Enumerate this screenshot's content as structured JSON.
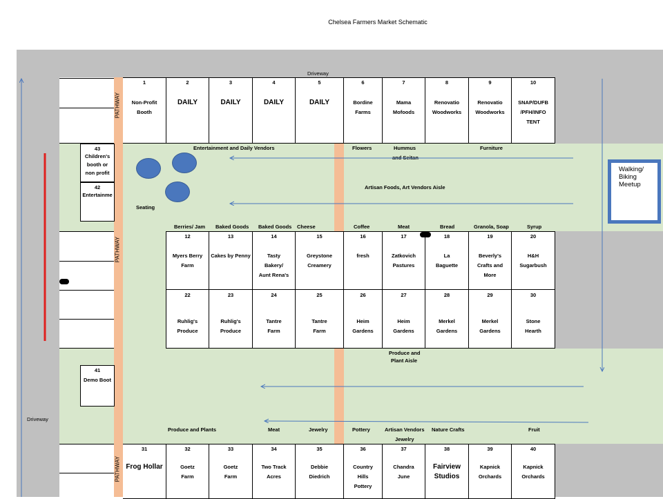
{
  "title": "Chelsea Farmers Market Schematic",
  "driveway_top": "Driveway",
  "driveway_left": "Driveway",
  "pathway_label": "PATHWAY",
  "walking_meetup": [
    "Walking/",
    "Biking",
    "Meetup"
  ],
  "seating_label": "Seating",
  "side_booths": [
    {
      "num": "43",
      "lines": [
        "Children's",
        "booth or",
        "non profit"
      ]
    },
    {
      "num": "42",
      "lines": [
        "Entertainme"
      ]
    },
    {
      "num": "41",
      "lines": [
        "Demo Boot"
      ]
    }
  ],
  "row1_booths": [
    {
      "num": "1",
      "lines": [
        "Non-Profit",
        "Booth"
      ],
      "big": false
    },
    {
      "num": "2",
      "lines": [
        "DAILY"
      ],
      "big": true
    },
    {
      "num": "3",
      "lines": [
        "DAILY"
      ],
      "big": true
    },
    {
      "num": "4",
      "lines": [
        "DAILY"
      ],
      "big": true
    },
    {
      "num": "5",
      "lines": [
        "DAILY"
      ],
      "big": true
    },
    {
      "num": "6",
      "lines": [
        "Bordine",
        "Farms"
      ],
      "big": false
    },
    {
      "num": "7",
      "lines": [
        "Mama",
        "Mofoods"
      ],
      "big": false
    },
    {
      "num": "8",
      "lines": [
        "Renovatio",
        "Woodworks"
      ],
      "big": false
    },
    {
      "num": "9",
      "lines": [
        "Renovatio",
        "Woodworks"
      ],
      "big": false
    },
    {
      "num": "10",
      "lines": [
        "SNAP/DUFB",
        "/PFH/INFO TENT"
      ],
      "big": false
    }
  ],
  "row2_booths": [
    {
      "num": "12",
      "lines": [
        "Myers Berry",
        "Farm"
      ],
      "big": false
    },
    {
      "num": "13",
      "lines": [
        "Cakes by Penny"
      ],
      "big": false
    },
    {
      "num": "14",
      "lines": [
        "Tasty",
        "Bakery/",
        "Aunt Rena's"
      ],
      "big": false
    },
    {
      "num": "15",
      "lines": [
        "Greystone",
        "Creamery"
      ],
      "big": false
    },
    {
      "num": "16",
      "lines": [
        "fresh"
      ],
      "big": false
    },
    {
      "num": "17",
      "lines": [
        "Zatkovich",
        "Pastures"
      ],
      "big": false
    },
    {
      "num": "18",
      "lines": [
        "La",
        "Baguette"
      ],
      "big": false
    },
    {
      "num": "19",
      "lines": [
        "Beverly's",
        "Crafts and",
        "More"
      ],
      "big": false
    },
    {
      "num": "20",
      "lines": [
        "H&H",
        "Sugarbush"
      ],
      "big": false
    }
  ],
  "row3_booths": [
    {
      "num": "22",
      "lines": [
        "Ruhlig's",
        "Produce"
      ],
      "big": false
    },
    {
      "num": "23",
      "lines": [
        "Ruhlig's",
        "Produce"
      ],
      "big": false
    },
    {
      "num": "24",
      "lines": [
        "Tantre",
        "Farm"
      ],
      "big": false
    },
    {
      "num": "25",
      "lines": [
        "Tantre",
        "Farm"
      ],
      "big": false
    },
    {
      "num": "26",
      "lines": [
        "Heim",
        "Gardens"
      ],
      "big": false
    },
    {
      "num": "27",
      "lines": [
        "Heim",
        "Gardens"
      ],
      "big": false
    },
    {
      "num": "28",
      "lines": [
        "Merkel",
        "Gardens"
      ],
      "big": false
    },
    {
      "num": "29",
      "lines": [
        "Merkel",
        "Gardens"
      ],
      "big": false
    },
    {
      "num": "30",
      "lines": [
        "Stone",
        "Hearth"
      ],
      "big": false
    }
  ],
  "row4_booths": [
    {
      "num": "31",
      "lines": [
        "Frog Hollar"
      ],
      "big": true
    },
    {
      "num": "32",
      "lines": [
        "Goetz",
        "Farm"
      ],
      "big": false
    },
    {
      "num": "33",
      "lines": [
        "Goetz",
        "Farm"
      ],
      "big": false
    },
    {
      "num": "34",
      "lines": [
        "Two Track",
        "Acres"
      ],
      "big": false
    },
    {
      "num": "35",
      "lines": [
        "Debbie",
        "Diedrich"
      ],
      "big": false
    },
    {
      "num": "36",
      "lines": [
        "Country",
        "Hills",
        "Pottery"
      ],
      "big": false
    },
    {
      "num": "37",
      "lines": [
        "Chandra",
        "June"
      ],
      "big": false
    },
    {
      "num": "38",
      "lines": [
        "Fairview",
        "Studios"
      ],
      "big": true
    },
    {
      "num": "39",
      "lines": [
        "Kapnick",
        "Orchards"
      ],
      "big": false
    },
    {
      "num": "40",
      "lines": [
        "Kapnick",
        "Orchards"
      ],
      "big": false
    }
  ],
  "aisle_labels": {
    "entertainment": "Entertainment and Daily Vendors",
    "flowers": "Flowers",
    "hummus": [
      "Hummus",
      "and Seitan"
    ],
    "furniture": "Furniture",
    "artisan_aisle": "Artisan Foods, Art Vendors  Aisle",
    "produce_aisle": [
      "Produce and",
      "Plant Aisle"
    ]
  },
  "category_row2": [
    "Berries/ Jam",
    "Baked Goods",
    "Baked Goods",
    "Cheese",
    "Coffee",
    "Meat",
    "Bread",
    "Granola, Soap",
    "Syrup"
  ],
  "category_row4": [
    "Produce and Plants",
    "Meat",
    "Jewelry",
    "Pottery",
    "Artisan Vendors",
    "Jewelry",
    "Nature Crafts",
    "Fruit"
  ],
  "colors": {
    "road": "#c0c0c0",
    "green": "#d8e7cc",
    "pathway": "#f5bd95",
    "arrow": "#4a77bd",
    "seating": "#4a77bd",
    "red_bar": "#e0201e"
  }
}
